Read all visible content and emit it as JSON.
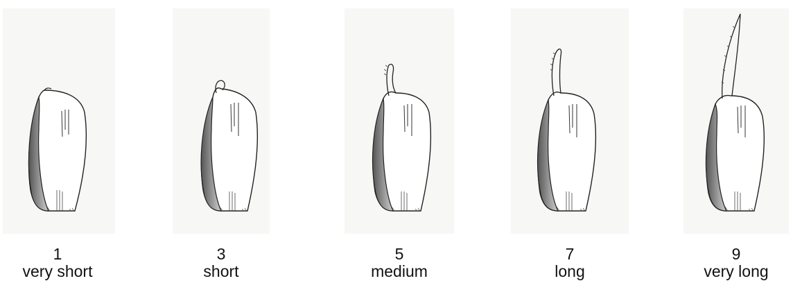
{
  "figure": {
    "stages": [
      {
        "score": "1",
        "label": "very short"
      },
      {
        "score": "3",
        "label": "short"
      },
      {
        "score": "5",
        "label": "medium"
      },
      {
        "score": "7",
        "label": "long"
      },
      {
        "score": "9",
        "label": "very long"
      }
    ]
  }
}
